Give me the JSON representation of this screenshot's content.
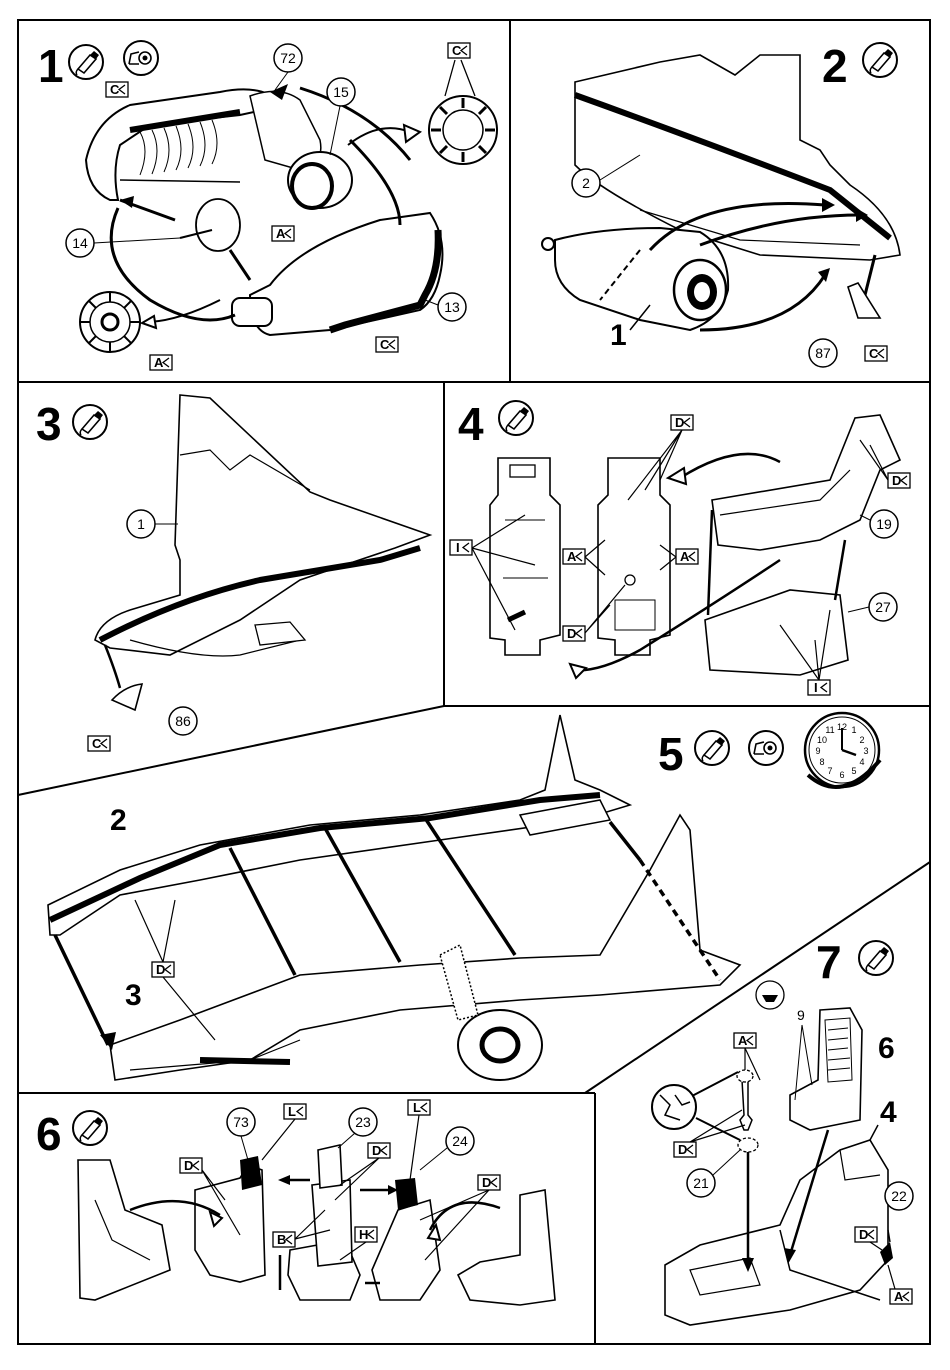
{
  "steps": [
    {
      "number": "1",
      "parts": [
        "72",
        "15",
        "14",
        "13"
      ],
      "markers": [
        "C",
        "C",
        "A",
        "A",
        "C"
      ]
    },
    {
      "number": "2",
      "parts": [
        "2",
        "87"
      ],
      "subassembly": "1",
      "markers": [
        "C"
      ]
    },
    {
      "number": "3",
      "parts": [
        "1",
        "86"
      ],
      "markers": [
        "C"
      ]
    },
    {
      "number": "4",
      "parts": [
        "19",
        "27"
      ],
      "markers": [
        "D",
        "D",
        "I",
        "A",
        "A",
        "D",
        "I"
      ]
    },
    {
      "number": "5",
      "subassemblies": [
        "2",
        "3"
      ],
      "markers": [
        "D"
      ]
    },
    {
      "number": "6",
      "parts": [
        "73",
        "23",
        "24"
      ],
      "markers": [
        "L",
        "L",
        "D",
        "D",
        "D",
        "B",
        "H"
      ]
    },
    {
      "number": "7",
      "parts": [
        "9",
        "6",
        "4",
        "21",
        "22"
      ],
      "markers": [
        "A",
        "D",
        "D",
        "A"
      ]
    }
  ],
  "clock_numbers": [
    "12",
    "1",
    "2",
    "3",
    "4",
    "5",
    "6",
    "7",
    "8",
    "9",
    "10",
    "11"
  ],
  "icons": [
    "glue-tube-icon",
    "tape-roll-icon",
    "clock-icon",
    "crack-warning-icon",
    "weight-icon"
  ]
}
